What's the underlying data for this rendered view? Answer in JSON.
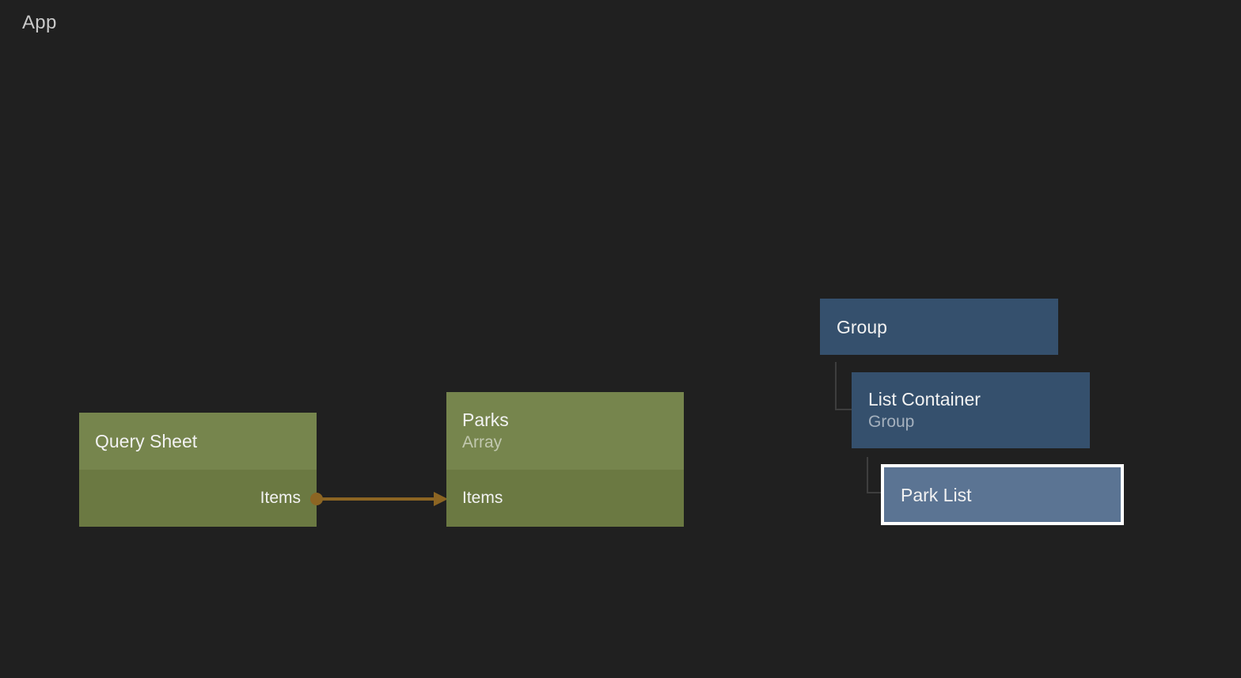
{
  "app": {
    "title": "App"
  },
  "colors": {
    "background": "#202020",
    "green_node_header": "#76854d",
    "green_node_body": "#6b7942",
    "blue_node": "#35506d",
    "selected_node_fill": "#5b7493",
    "selected_node_border": "#ffffff",
    "connection_orange": "#8c6523",
    "tree_connector_gray": "#3e3e3e",
    "title_text": "#f2f2f2",
    "subtitle_text": "rgba(255,255,255,0.55)"
  },
  "nodes": {
    "query_sheet": {
      "title": "Query Sheet",
      "output_port": "Items"
    },
    "parks": {
      "title": "Parks",
      "subtitle": "Array",
      "input_port": "Items"
    },
    "group": {
      "title": "Group"
    },
    "list_container": {
      "title": "List Container",
      "subtitle": "Group"
    },
    "park_list": {
      "title": "Park List",
      "selected": true
    }
  }
}
